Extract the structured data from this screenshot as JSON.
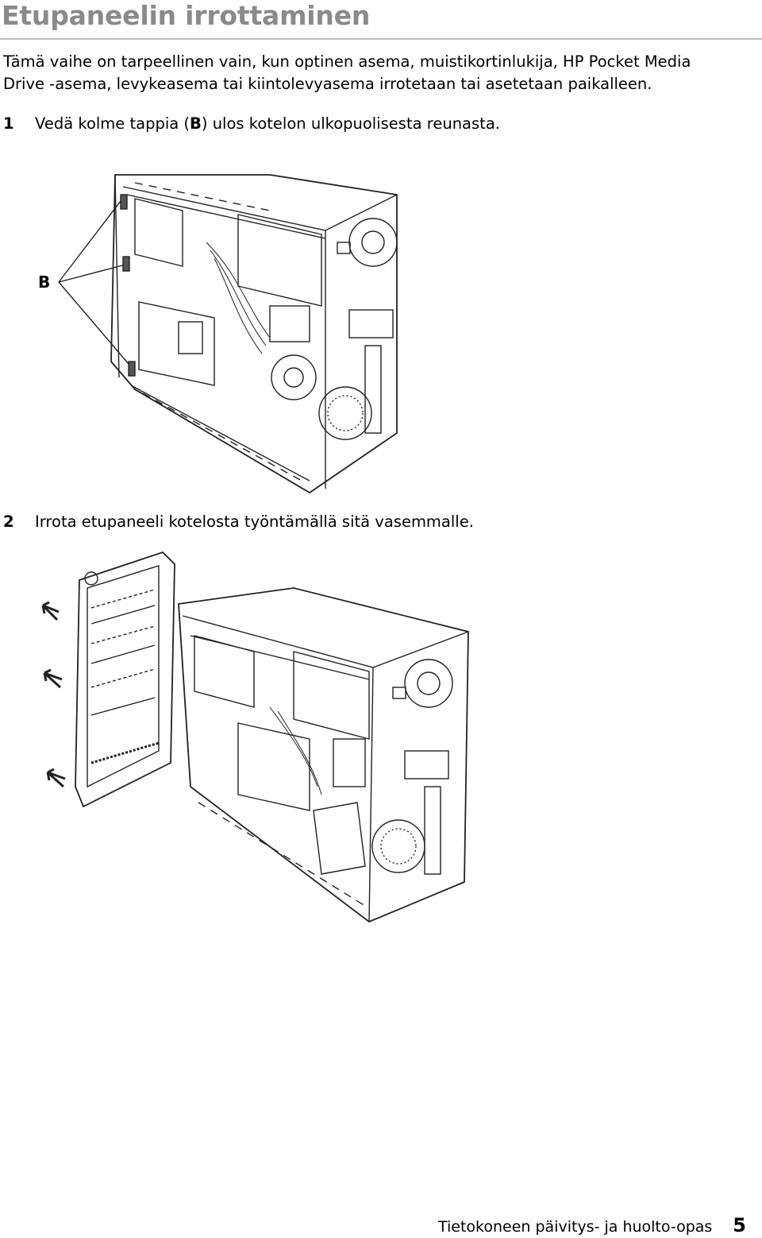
{
  "page": {
    "title": "Etupaneelin irrottaminen",
    "intro_line1": "Tämä vaihe on tarpeellinen vain, kun optinen asema, muistikortinlukija, HP Pocket Media",
    "intro_line2": "Drive -asema, levykeasema tai kiintolevyasema irrotetaan tai asetetaan paikalleen."
  },
  "steps": [
    {
      "number": "1",
      "text_before": "Vedä kolme tappia (",
      "text_bold": "B",
      "text_after": ") ulos kotelon ulkopuolisesta reunasta.",
      "callout_label": "B"
    },
    {
      "number": "2",
      "text": "Irrota etupaneeli kotelosta työntämällä sitä vasemmalle."
    }
  ],
  "footer": {
    "guide_title": "Tietokoneen päivitys- ja huolto-opas",
    "page_number": "5"
  }
}
